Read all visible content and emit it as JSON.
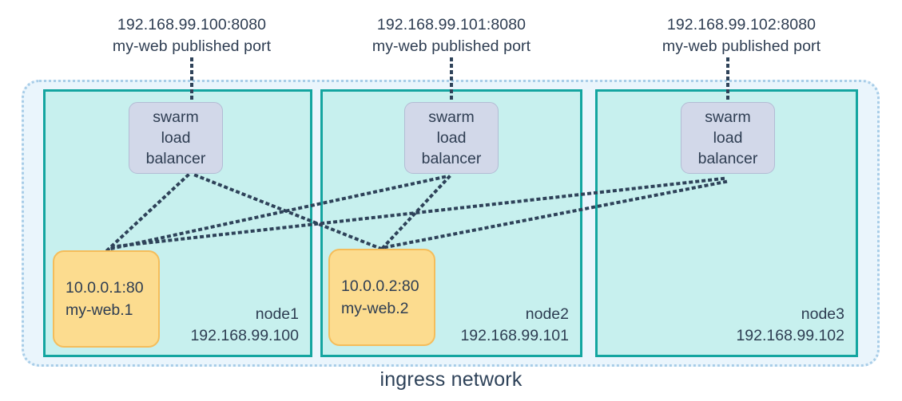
{
  "diagram": {
    "caption": "ingress network",
    "published_ports": [
      {
        "address": "192.168.99.100:8080",
        "description": "my-web published port"
      },
      {
        "address": "192.168.99.101:8080",
        "description": "my-web published port"
      },
      {
        "address": "192.168.99.102:8080",
        "description": "my-web published port"
      }
    ],
    "load_balancers": [
      {
        "line1": "swarm",
        "line2": "load",
        "line3": "balancer"
      },
      {
        "line1": "swarm",
        "line2": "load",
        "line3": "balancer"
      },
      {
        "line1": "swarm",
        "line2": "load",
        "line3": "balancer"
      }
    ],
    "nodes": [
      {
        "name": "node1",
        "ip": "192.168.99.100"
      },
      {
        "name": "node2",
        "ip": "192.168.99.101"
      },
      {
        "name": "node3",
        "ip": "192.168.99.102"
      }
    ],
    "tasks": [
      {
        "address": "10.0.0.1:80",
        "name": "my-web.1"
      },
      {
        "address": "10.0.0.2:80",
        "name": "my-web.2"
      }
    ],
    "colors": {
      "ingress_fill": "#eaf5fc",
      "ingress_border": "#a8cde8",
      "node_fill": "#c7f0ee",
      "node_border": "#14a5a0",
      "load_balancer_fill": "#d2d8e9",
      "load_balancer_border": "#b3bcd4",
      "task_fill": "#fcdc8f",
      "task_border": "#f5bd5a",
      "text": "#2e3d52",
      "connector": "#2e4259"
    }
  }
}
